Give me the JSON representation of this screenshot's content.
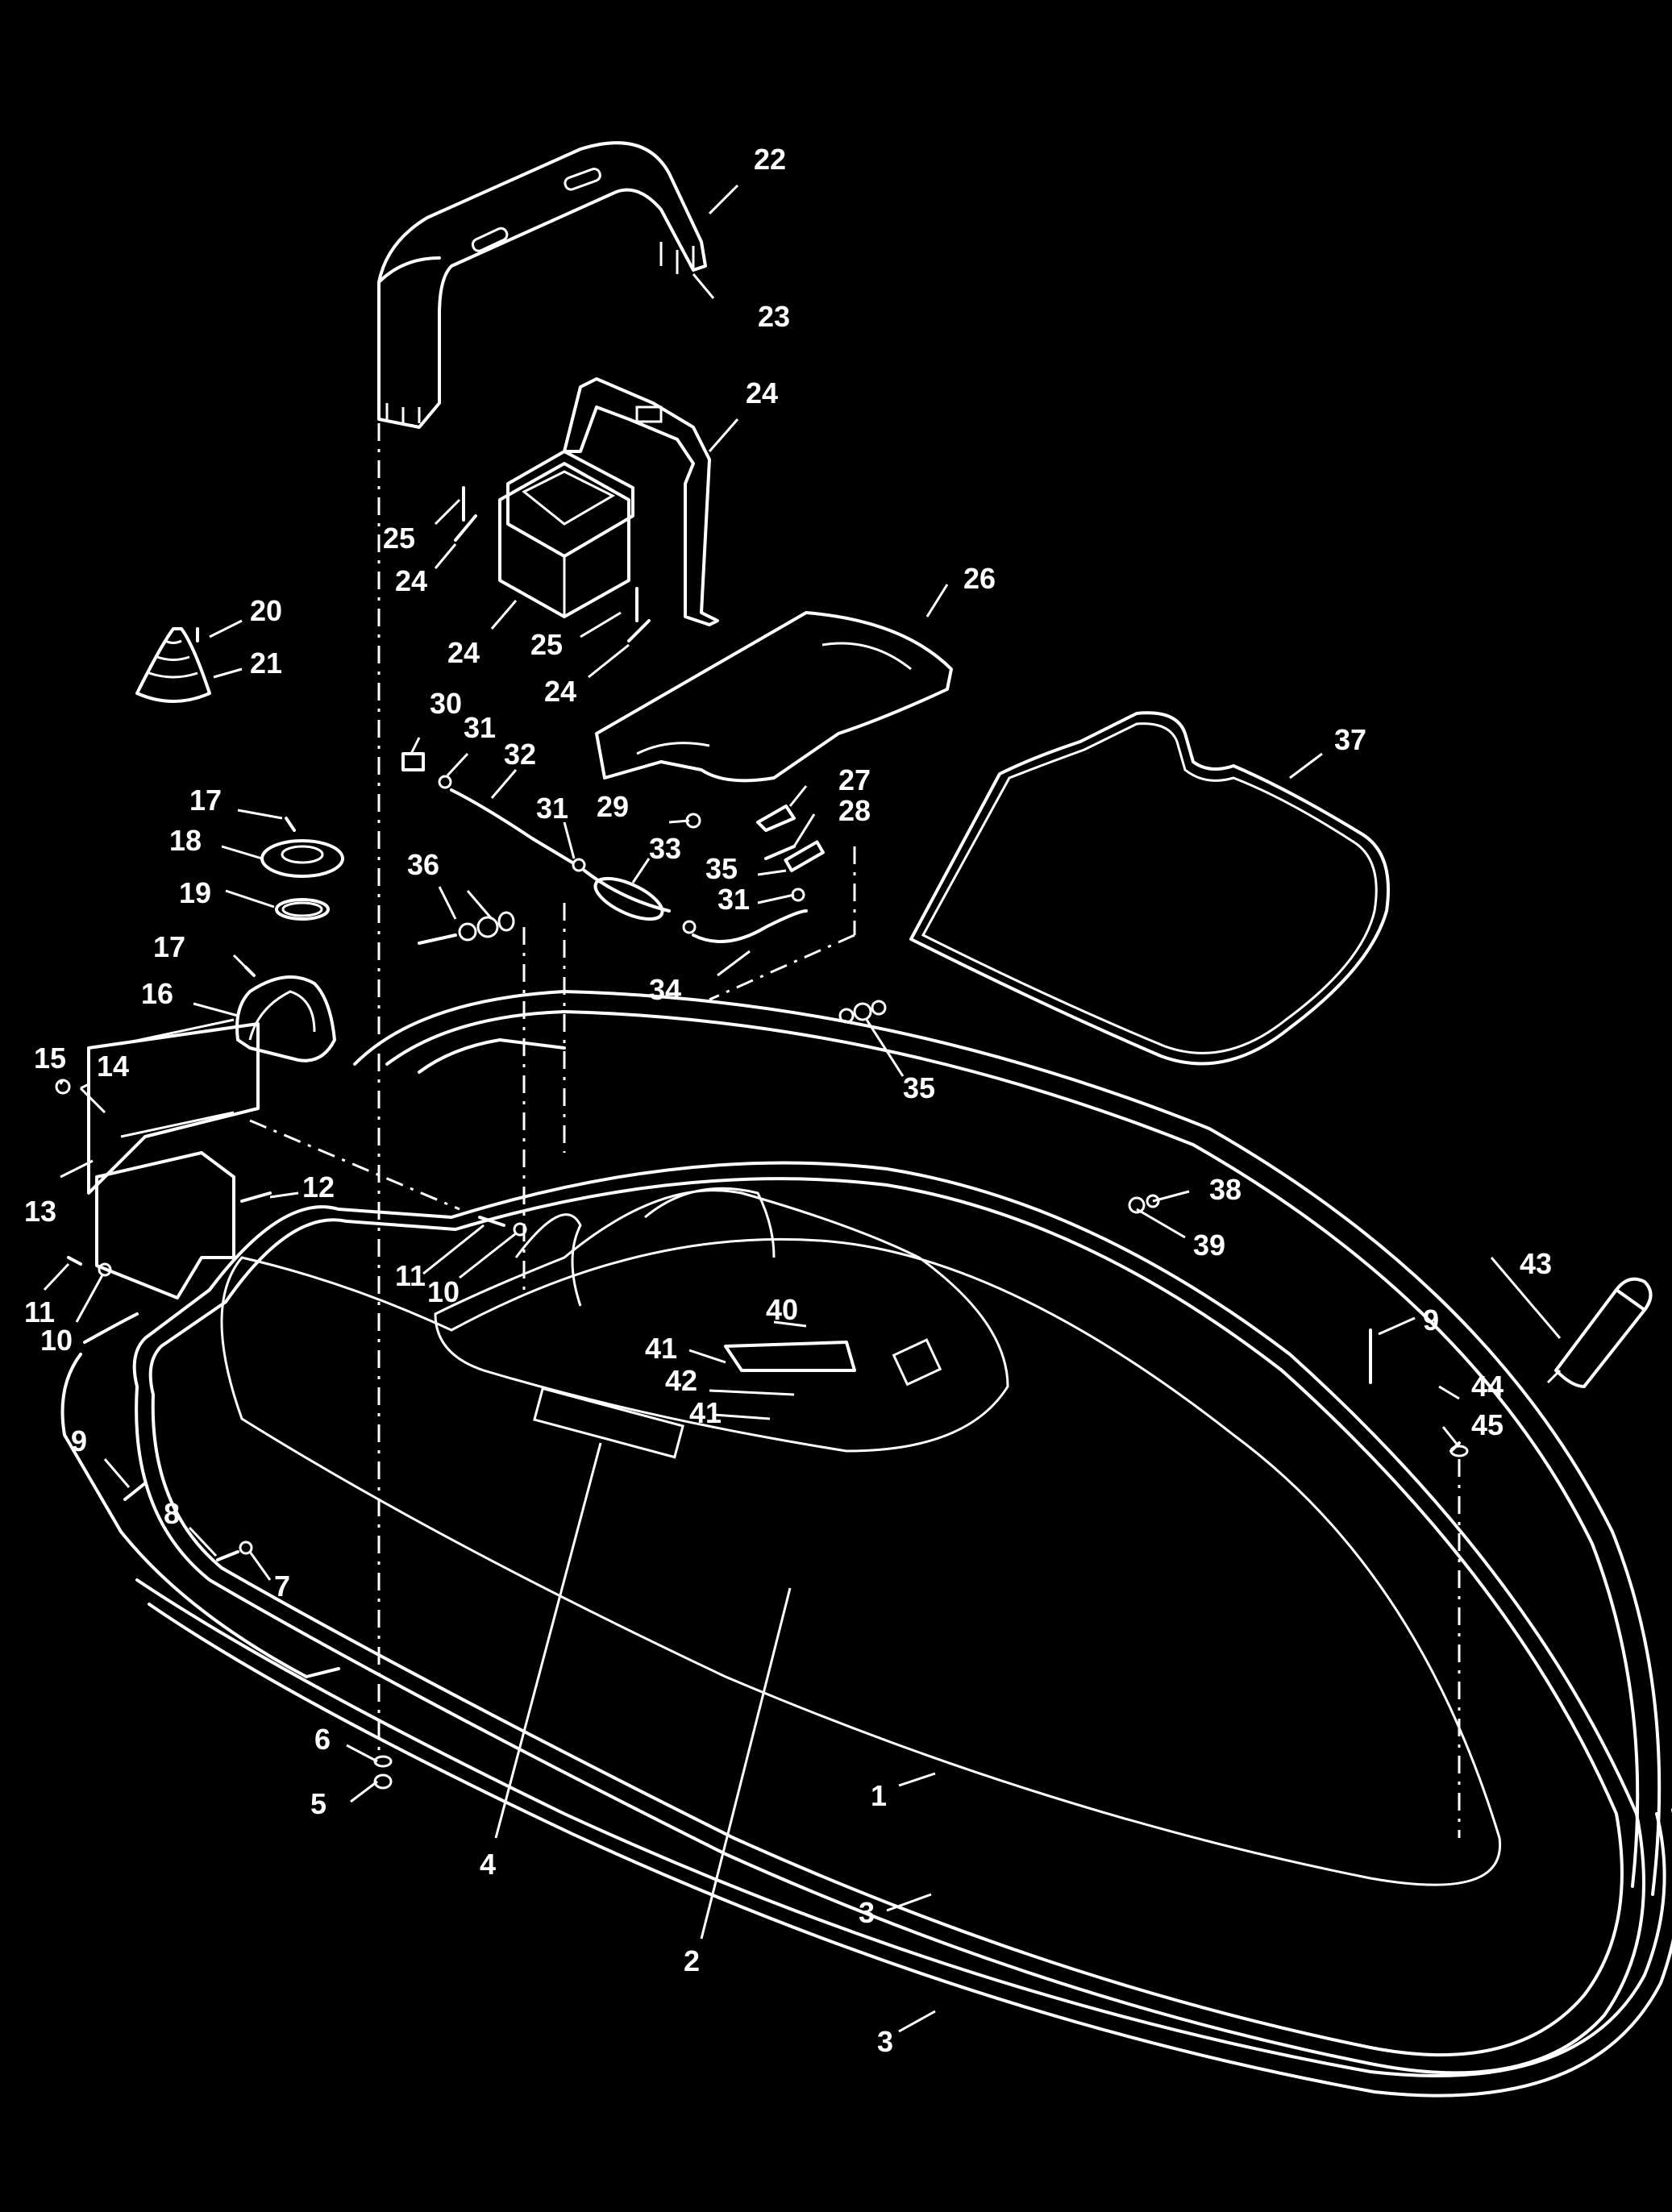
{
  "diagram": {
    "background": "#000000",
    "line_color": "#ffffff",
    "callouts": [
      {
        "id": "c22",
        "label": "22"
      },
      {
        "id": "c23",
        "label": "23"
      },
      {
        "id": "c24a",
        "label": "24"
      },
      {
        "id": "c25a",
        "label": "25"
      },
      {
        "id": "c24b",
        "label": "24"
      },
      {
        "id": "c24c",
        "label": "24"
      },
      {
        "id": "c25b",
        "label": "25"
      },
      {
        "id": "c24d",
        "label": "24"
      },
      {
        "id": "c26",
        "label": "26"
      },
      {
        "id": "c20",
        "label": "20"
      },
      {
        "id": "c21",
        "label": "21"
      },
      {
        "id": "c30",
        "label": "30"
      },
      {
        "id": "c31a",
        "label": "31"
      },
      {
        "id": "c32",
        "label": "32"
      },
      {
        "id": "c31b",
        "label": "31"
      },
      {
        "id": "c33",
        "label": "33"
      },
      {
        "id": "c29",
        "label": "29"
      },
      {
        "id": "c27",
        "label": "27"
      },
      {
        "id": "c28",
        "label": "28"
      },
      {
        "id": "c35a",
        "label": "35"
      },
      {
        "id": "c31c",
        "label": "31"
      },
      {
        "id": "c34",
        "label": "34"
      },
      {
        "id": "c37",
        "label": "37"
      },
      {
        "id": "c17a",
        "label": "17"
      },
      {
        "id": "c18",
        "label": "18"
      },
      {
        "id": "c19",
        "label": "19"
      },
      {
        "id": "c17b",
        "label": "17"
      },
      {
        "id": "c16",
        "label": "16"
      },
      {
        "id": "c36",
        "label": "36"
      },
      {
        "id": "c15",
        "label": "15"
      },
      {
        "id": "c14",
        "label": "14"
      },
      {
        "id": "c13",
        "label": "13"
      },
      {
        "id": "c12",
        "label": "12"
      },
      {
        "id": "c11a",
        "label": "11"
      },
      {
        "id": "c10a",
        "label": "10"
      },
      {
        "id": "c11b",
        "label": "11"
      },
      {
        "id": "c10b",
        "label": "10"
      },
      {
        "id": "c35b",
        "label": "35"
      },
      {
        "id": "c38",
        "label": "38"
      },
      {
        "id": "c39",
        "label": "39"
      },
      {
        "id": "c40",
        "label": "40"
      },
      {
        "id": "c41a",
        "label": "41"
      },
      {
        "id": "c42",
        "label": "42"
      },
      {
        "id": "c41b",
        "label": "41"
      },
      {
        "id": "c43",
        "label": "43"
      },
      {
        "id": "c9a",
        "label": "9"
      },
      {
        "id": "c44",
        "label": "44"
      },
      {
        "id": "c45",
        "label": "45"
      },
      {
        "id": "c9b",
        "label": "9"
      },
      {
        "id": "c8",
        "label": "8"
      },
      {
        "id": "c7",
        "label": "7"
      },
      {
        "id": "c6",
        "label": "6"
      },
      {
        "id": "c5",
        "label": "5"
      },
      {
        "id": "c1",
        "label": "1"
      },
      {
        "id": "c4",
        "label": "4"
      },
      {
        "id": "c3a",
        "label": "3"
      },
      {
        "id": "c2",
        "label": "2"
      },
      {
        "id": "c3b",
        "label": "3"
      }
    ]
  }
}
